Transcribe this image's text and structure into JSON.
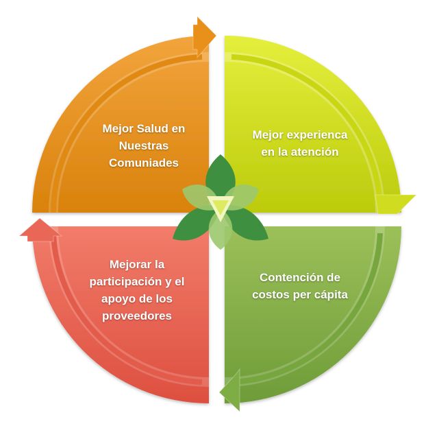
{
  "quadrants": [
    {
      "id": "top-left",
      "lines": [
        "Mejor Salud en",
        "Nuestras",
        "Comuniades"
      ],
      "color_light": "#f2a43c",
      "color_dark": "#d9820c"
    },
    {
      "id": "top-right",
      "lines": [
        "Mejor experienca",
        "en la atención"
      ],
      "color_light": "#e4ef3c",
      "color_dark": "#bccb0c"
    },
    {
      "id": "bottom-right",
      "lines": [
        "Contención de",
        "costos per cápita"
      ],
      "color_light": "#9cc05a",
      "color_dark": "#6e9c38"
    },
    {
      "id": "bottom-left",
      "lines": [
        "Mejorar la",
        "participación y el",
        "apoyo de los",
        "proveedores"
      ],
      "color_light": "#f27c6a",
      "color_dark": "#dd4f3f"
    }
  ],
  "logo": {
    "icon": "trillium-logo-icon",
    "color_dark": "#3e8f40",
    "color_light": "#9cc86e",
    "color_center": "#f2f6c0"
  }
}
